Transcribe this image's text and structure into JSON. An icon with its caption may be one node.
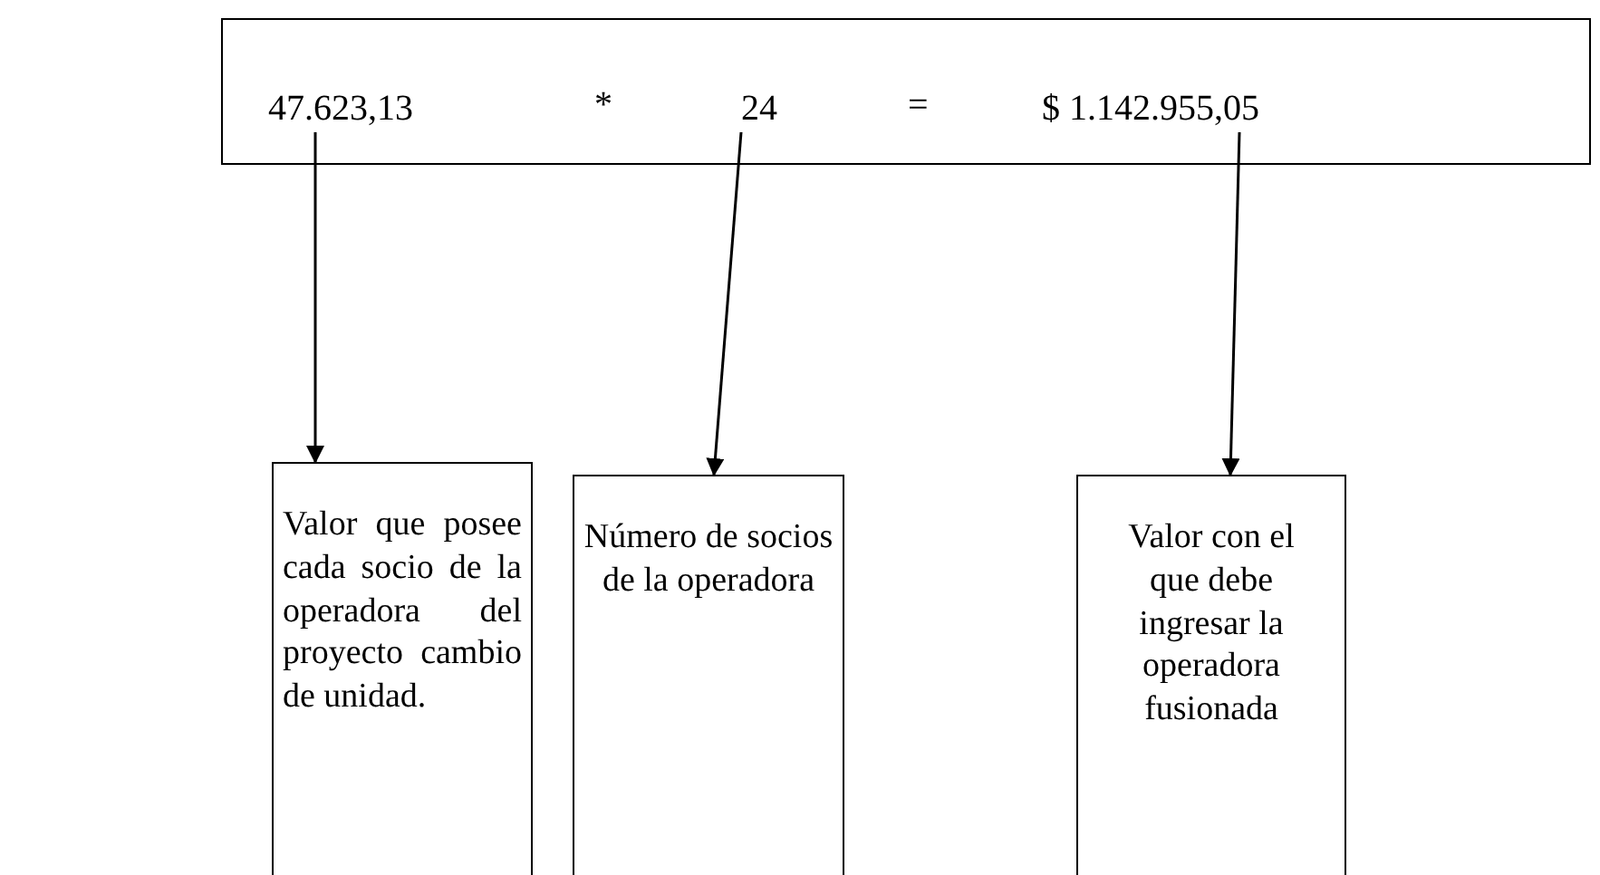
{
  "diagram": {
    "nodes": [
      {
        "text": [],
        "shape": "box"
      },
      {
        "text": [
          "47.623,13"
        ],
        "in": 0
      },
      {
        "text": [
          "24"
        ],
        "in": 0
      },
      {
        "text": [
          "$ 1.142.955,05"
        ],
        "in": 0
      },
      {
        "text": [
          "Valor que posee cada socio de la operadora del proyecto cambio de unidad."
        ]
      },
      {
        "text": [
          "Número de socios de la operadora"
        ]
      },
      {
        "text": [
          "Valor con el que debe ingresar la operadora fusionada"
        ]
      }
    ],
    "edges": [
      {
        "from": 1,
        "to": 4,
        "arrow": "to"
      },
      {
        "from": 2,
        "to": 5,
        "arrow": "to"
      },
      {
        "from": 3,
        "to": 6,
        "arrow": "to"
      }
    ],
    "labels": [
      "*",
      "="
    ]
  }
}
